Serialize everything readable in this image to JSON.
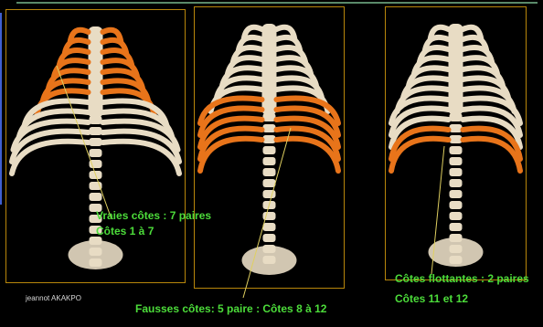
{
  "panels": [
    {
      "label_line1": "Vraies côtes : 7 paires",
      "label_line2": "Côtes  1 à 7",
      "highlighted_ribs": "1-7"
    },
    {
      "label_line1": "Fausses côtes:  5  paire :  Côtes  8 à 12",
      "highlighted_ribs": "8-12"
    },
    {
      "label_line1": "Côtes flottantes : 2 paires",
      "label_line2": "Côtes  11 et 12",
      "highlighted_ribs": "11-12"
    }
  ],
  "credit": "jeannot AKAKPO",
  "colors": {
    "background": "#000000",
    "bone": "#e8dcc4",
    "highlight": "#e8741a",
    "label_text": "#4cdc3a",
    "frame": "#b8860b",
    "pointer": "#e0d060"
  }
}
